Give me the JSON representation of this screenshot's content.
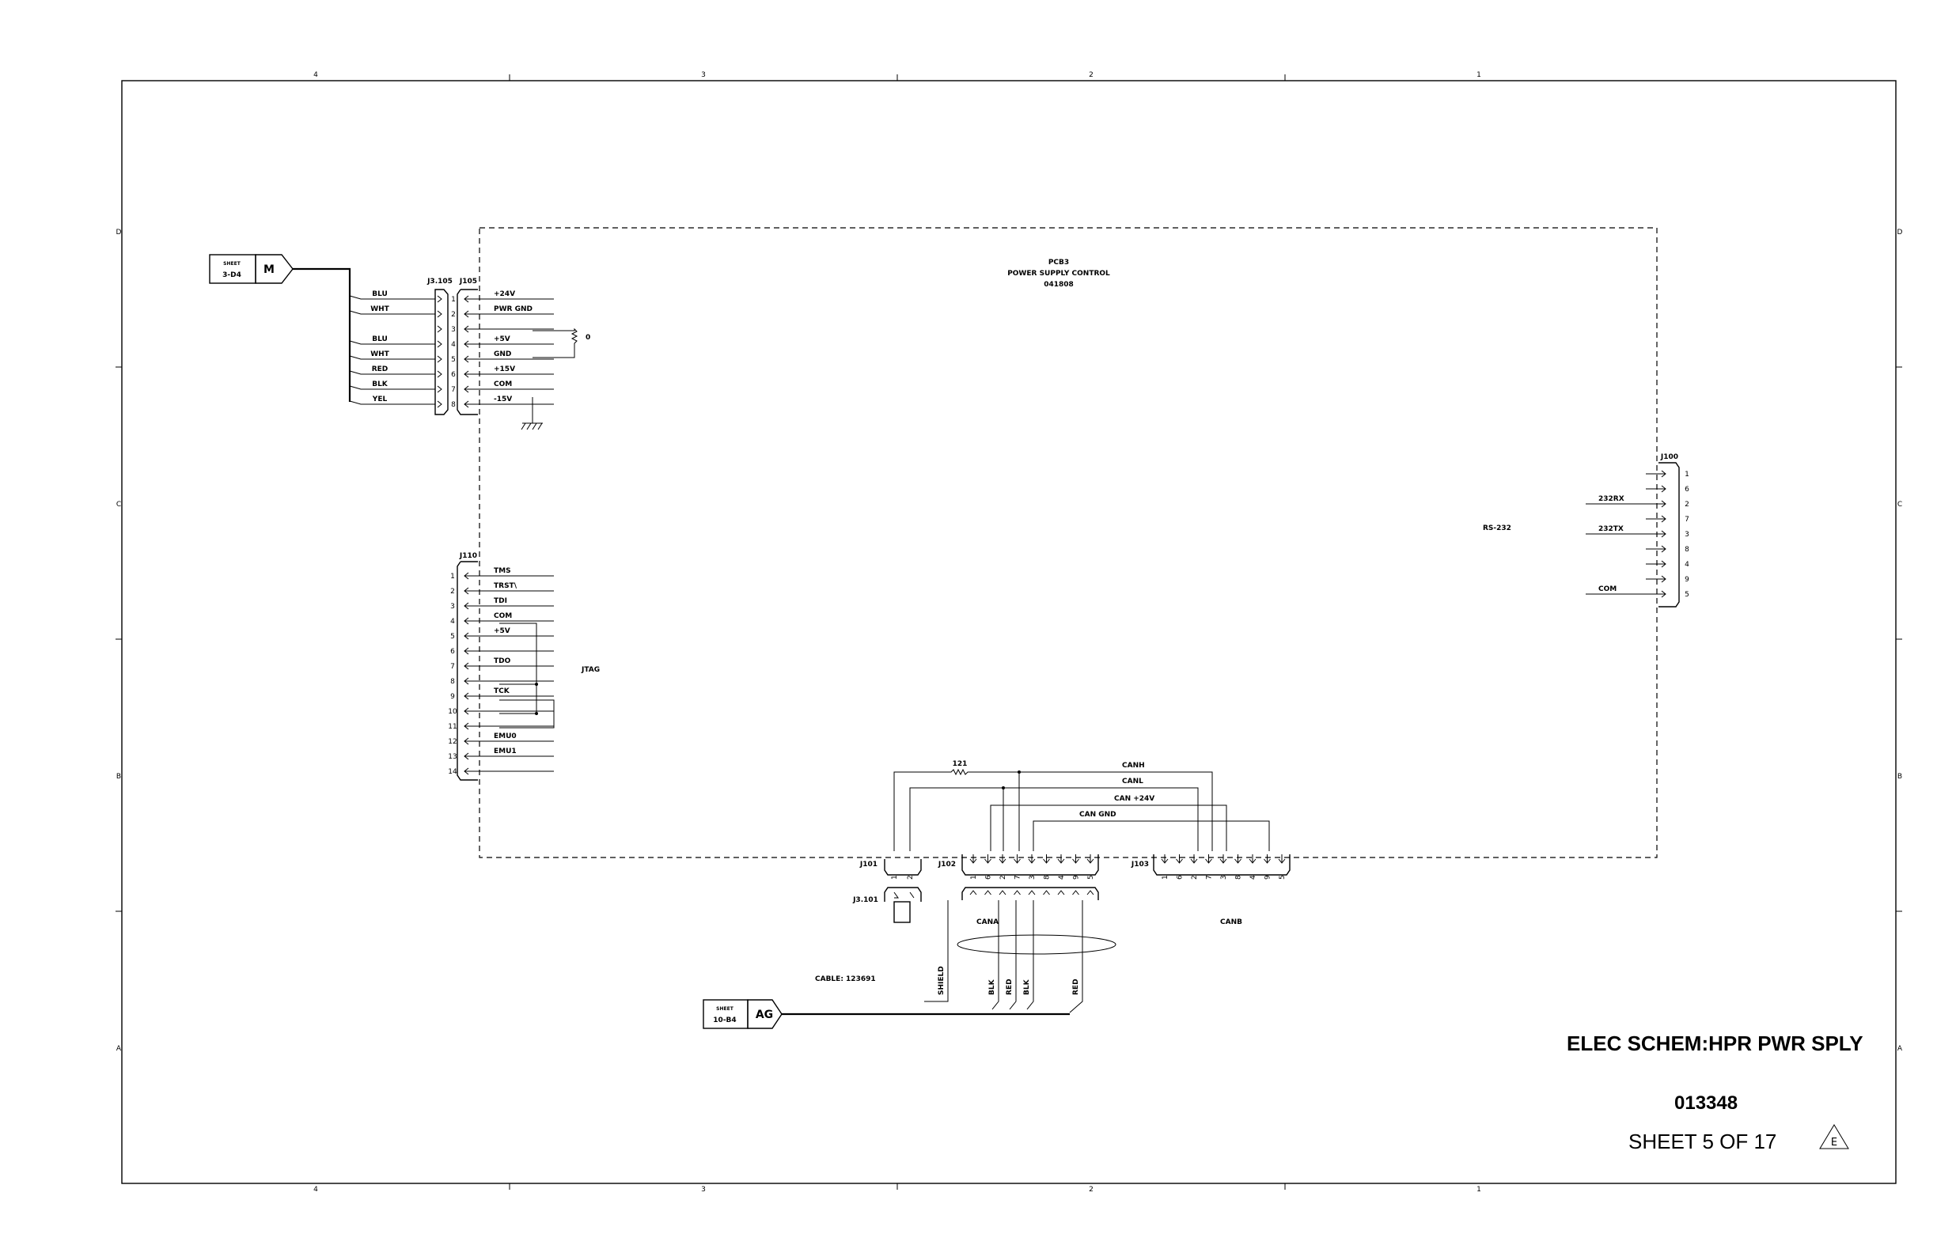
{
  "zones": {
    "columns": [
      "4",
      "3",
      "2",
      "1"
    ],
    "rows": [
      "D",
      "C",
      "B",
      "A"
    ]
  },
  "board": {
    "ref": "PCB3",
    "name": "POWER SUPPLY CONTROL",
    "part": "041808"
  },
  "offsheet_m": {
    "sheet_word": "SHEET",
    "ref": "3-D4",
    "tag": "M"
  },
  "offsheet_ag": {
    "sheet_word": "SHEET",
    "ref": "10-B4",
    "tag": "AG"
  },
  "j105": {
    "plug": "J3.105",
    "header": "J105",
    "wires": [
      "BLU",
      "WHT",
      "",
      "BLU",
      "WHT",
      "RED",
      "BLK",
      "YEL"
    ],
    "pins": [
      "1",
      "2",
      "3",
      "4",
      "5",
      "6",
      "7",
      "8"
    ],
    "nets": [
      "+24V",
      "PWR GND",
      "",
      "+5V",
      "GND",
      "+15V",
      "COM",
      "-15V"
    ],
    "resistor": "0"
  },
  "j110": {
    "header": "J110",
    "pins": [
      "1",
      "2",
      "3",
      "4",
      "5",
      "6",
      "7",
      "8",
      "9",
      "10",
      "11",
      "12",
      "13",
      "14"
    ],
    "nets": [
      "TMS",
      "TRST\\",
      "TDI",
      "COM",
      "+5V",
      "",
      "TDO",
      "",
      "TCK",
      "",
      "",
      "EMU0",
      "EMU1",
      ""
    ],
    "label": "JTAG"
  },
  "j100": {
    "header": "J100",
    "pins": [
      "1",
      "6",
      "2",
      "7",
      "3",
      "8",
      "4",
      "9",
      "5"
    ],
    "nets": [
      "232RX",
      "232TX",
      "COM"
    ],
    "label": "RS-232"
  },
  "can": {
    "resistor": "121",
    "nets": [
      "CANH",
      "CANL",
      "CAN +24V",
      "CAN GND"
    ],
    "j101": {
      "header": "J101",
      "plug": "J3.101",
      "pins": [
        "1",
        "2"
      ]
    },
    "j102": {
      "header": "J102",
      "pins": [
        "1",
        "6",
        "2",
        "7",
        "3",
        "8",
        "4",
        "9",
        "5"
      ],
      "label": "CANA"
    },
    "j103": {
      "header": "J103",
      "pins": [
        "1",
        "6",
        "2",
        "7",
        "3",
        "8",
        "4",
        "9",
        "5"
      ],
      "label": "CANB"
    },
    "cable": "CABLE: 123691",
    "wires": [
      "SHIELD",
      "BLK",
      "RED",
      "BLK",
      "RED"
    ]
  },
  "title_block": {
    "title": "ELEC SCHEM:HPR PWR SPLY",
    "number": "013348",
    "sheet": "SHEET 5 OF 17",
    "revision": "E"
  }
}
